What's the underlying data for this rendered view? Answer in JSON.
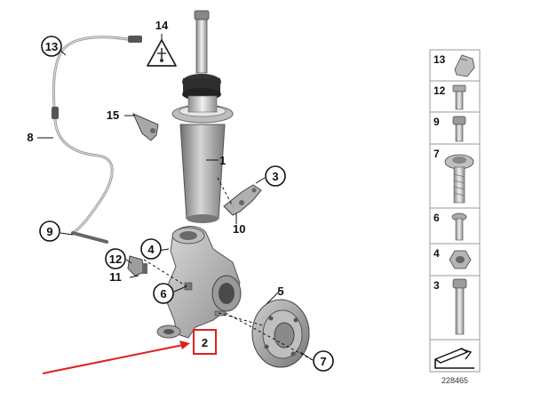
{
  "callouts": {
    "c1": "1",
    "c2": "2",
    "c3": "3",
    "c4": "4",
    "c5": "5",
    "c6": "6",
    "c7": "7",
    "c8": "8",
    "c9": "9",
    "c10": "10",
    "c11": "11",
    "c12": "12",
    "c13": "13",
    "c14": "14",
    "c15": "15"
  },
  "legend": {
    "items": [
      {
        "num": "13",
        "part": "clip"
      },
      {
        "num": "12",
        "part": "bolt"
      },
      {
        "num": "9",
        "part": "socket-bolt"
      },
      {
        "num": "7",
        "part": "collar-bolt"
      },
      {
        "num": "6",
        "part": "bolt"
      },
      {
        "num": "4",
        "part": "hex-nut"
      },
      {
        "num": "3",
        "part": "long-bolt"
      }
    ]
  },
  "figure_id": "228465",
  "colors": {
    "highlight": "#e02020",
    "line": "#111111",
    "part_gray": "#8a8a8a"
  }
}
